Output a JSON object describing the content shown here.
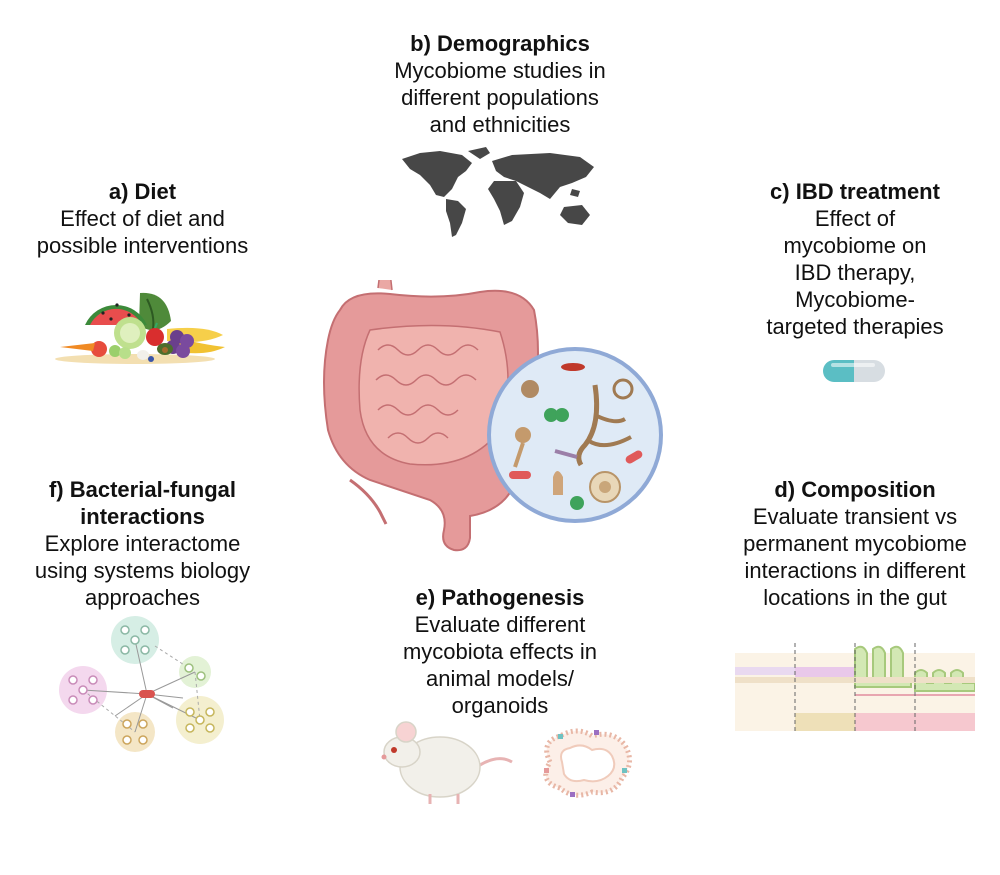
{
  "sections": {
    "diet": {
      "title": "a) Diet",
      "desc": "Effect of diet and\npossible interventions"
    },
    "demographics": {
      "title": "b) Demographics",
      "desc": "Mycobiome studies in\ndifferent populations\nand ethnicities"
    },
    "ibd": {
      "title": "c) IBD treatment",
      "desc": "Effect of\nmycobiome on\nIBD therapy,\nMycobiome-\ntargeted therapies"
    },
    "composition": {
      "title": "d) Composition",
      "desc": "Evaluate transient vs\npermanent mycobiome\ninteractions in different\nlocations in the gut"
    },
    "pathogenesis": {
      "title": "e) Pathogenesis",
      "desc": "Evaluate different\nmycobiota effects in\nanimal models/\norganoids"
    },
    "interactions": {
      "title": "f) Bacterial-fungal\ninteractions",
      "desc": "Explore interactome\nusing systems biology\napproaches"
    }
  },
  "icons": {
    "diet": "fruits-vegetables-icon",
    "demographics": "world-map-icon",
    "ibd": "pill-capsule-icon",
    "composition": "intestinal-tissue-icon",
    "pathogenesis": [
      "mouse-icon",
      "organoid-icon"
    ],
    "interactions": "network-graph-icon",
    "center": [
      "intestine-icon",
      "fungi-magnifier-icon"
    ]
  },
  "colors": {
    "intestine": "#e59a9a",
    "magnifier_fill": "#dfeaf6",
    "magnifier_border": "#8fa9d6",
    "map": "#474747",
    "pill_left": "#5bbec4",
    "pill_right": "#d7dde2"
  }
}
